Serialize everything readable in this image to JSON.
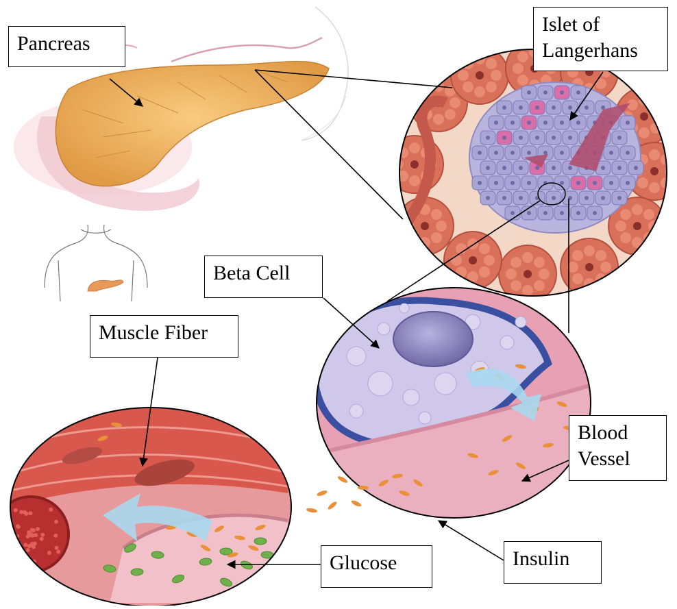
{
  "labels": {
    "pancreas": "Pancreas",
    "islet": "Islet of\nLangerhans",
    "beta_cell": "Beta Cell",
    "muscle_fiber": "Muscle Fiber",
    "blood_vessel": "Blood\nVessel",
    "insulin": "Insulin",
    "glucose": "Glucose"
  },
  "colors": {
    "pancreas": "#f2b25c",
    "acinar": "#d9705a",
    "islet_cell": "#a9a6d6",
    "alpha_cell": "#d96ea9",
    "beta_cytoplasm": "#c9c3e6",
    "beta_membrane": "#3b4fa0",
    "vessel_wall": "#e7a0b0",
    "vessel_lumen": "#f0b8c2",
    "muscle": "#d9584e",
    "insulin_granule": "#e8913a",
    "glucose": "#6fb04a",
    "arrow": "#a9d8ee"
  }
}
